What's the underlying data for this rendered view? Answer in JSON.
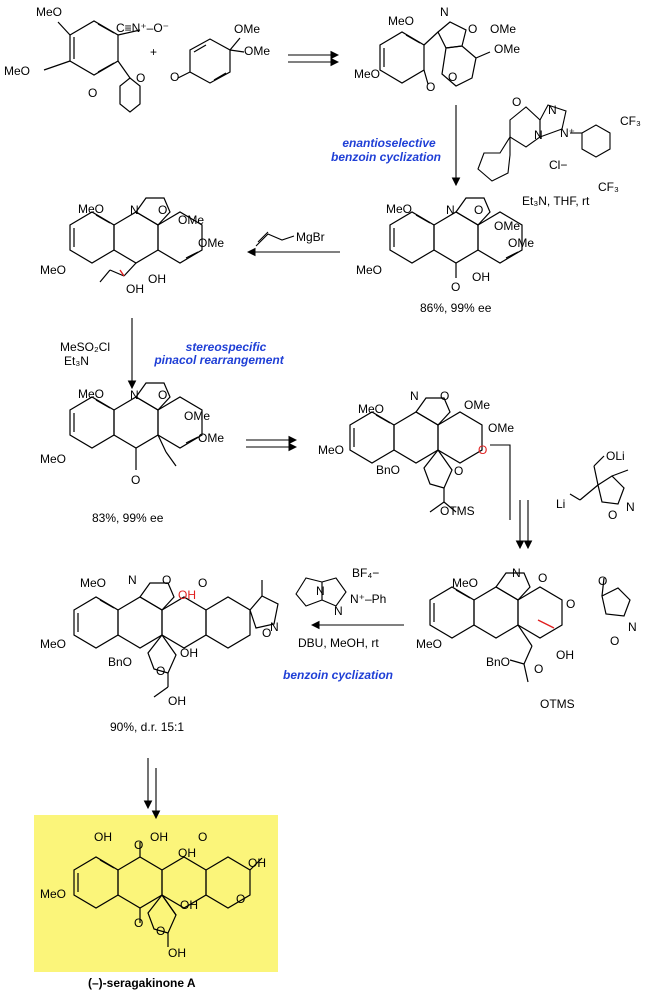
{
  "step_labels": {
    "step1_top": "enantioselective",
    "step1_bottom": "benzoin cyclization",
    "step3_top": "stereospecific",
    "step3_bottom": "pinacol rearrangement",
    "step6": "benzoin cyclization"
  },
  "conditions": {
    "catalyst1_anion": "Cl−",
    "catalyst1_conditions": "Et₃N, THF, rt",
    "grignard": "MgBr",
    "pinacol_reagent_1": "MeSO₂Cl",
    "pinacol_reagent_2": "Et₃N",
    "lithium_reagent_O": "OLi",
    "lithium_reagent_Li": "Li",
    "catalyst2_anion": "BF₄−",
    "catalyst2_ph": "N⁺–Ph",
    "catalyst2_conditions": "DBU, MeOH, rt"
  },
  "yields": {
    "benzoin_product": "86%, 99% ee",
    "pinacol_product": "83%, 99% ee",
    "cyclization_product": "90%, d.r. 15:1"
  },
  "final_product": "(–)-seragakinone A",
  "atom_labels": {
    "MeO": "MeO",
    "OMe": "OMe",
    "O": "O",
    "N": "N",
    "OH": "OH",
    "BnO": "BnO",
    "OTMS": "OTMS",
    "Nplus": "N⁺",
    "CF3": "CF₃",
    "plus": "+",
    "nitrile_oxide": "C≡N⁺–O⁻"
  },
  "colors": {
    "reaction_label": "#1f3fd6",
    "new_bond": "#e02020",
    "highlight": "#fbf57a"
  }
}
